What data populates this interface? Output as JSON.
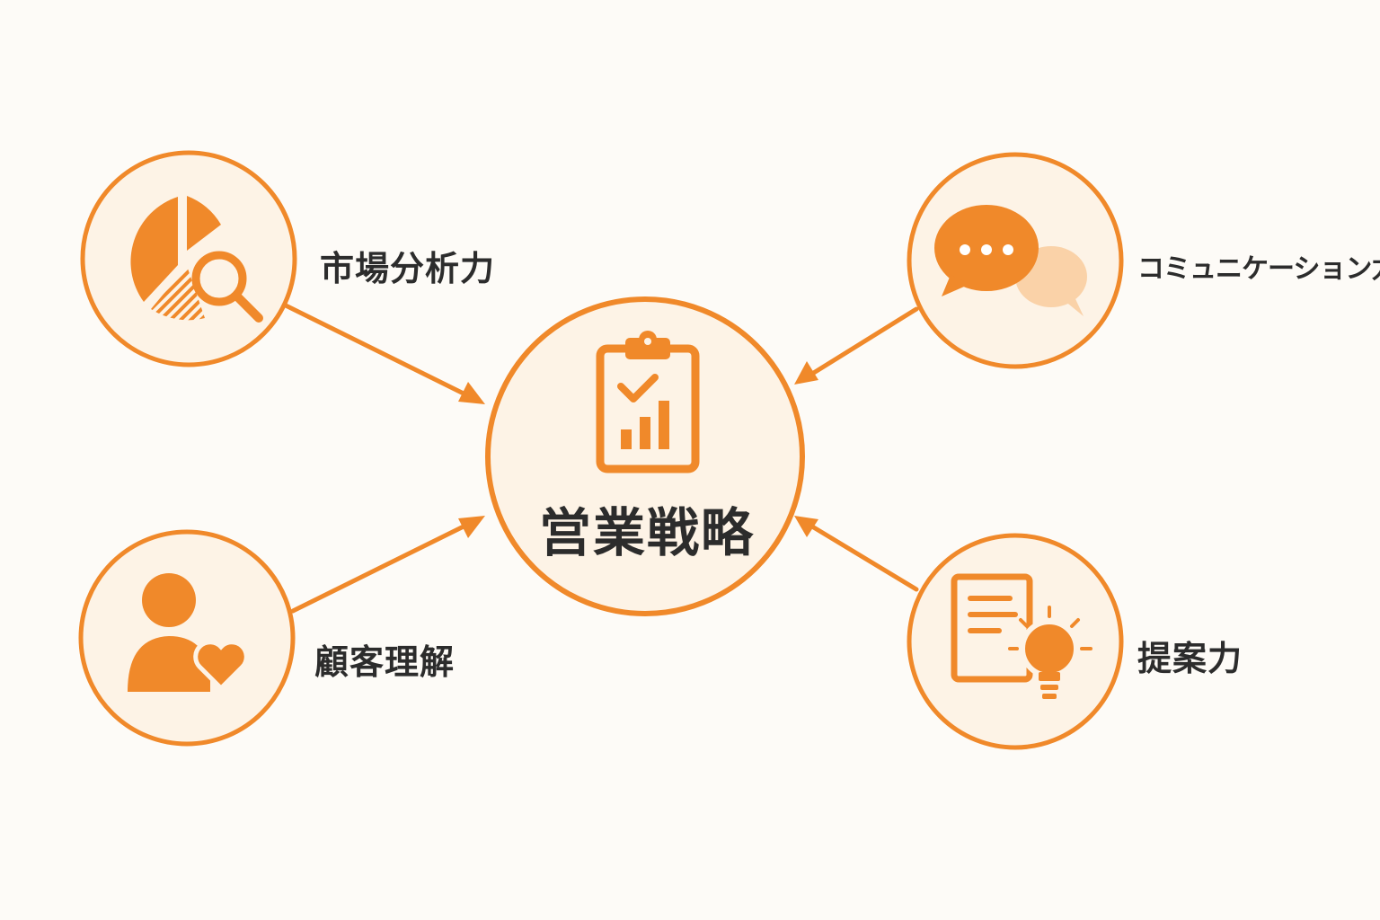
{
  "colors": {
    "background": "#fdfbf7",
    "accent": "#f0892a",
    "accent_light": "#fad2a8",
    "node_fill": "#fdf3e6",
    "text": "#2c2c2c"
  },
  "center": {
    "label": "営業戦略",
    "icon": "clipboard-chart-icon"
  },
  "nodes": [
    {
      "id": "market",
      "label": "市場分析力",
      "icon": "pie-chart-magnifier-icon"
    },
    {
      "id": "customer",
      "label": "顧客理解",
      "icon": "person-heart-icon"
    },
    {
      "id": "communication",
      "label": "コミュニケーション力",
      "icon": "chat-bubbles-icon"
    },
    {
      "id": "proposal",
      "label": "提案力",
      "icon": "document-lightbulb-icon"
    }
  ]
}
